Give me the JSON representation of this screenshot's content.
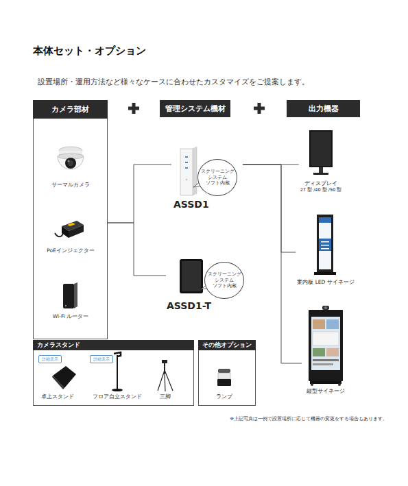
{
  "diagram": {
    "title": "本体セット・オプション",
    "nodes": [
      {
        "text": [
          "カメラ部材"
        ]
      },
      {
        "text": [
          "管理システム機材"
        ]
      },
      {
        "text": [
          "出力機器"
        ]
      },
      {
        "text": [
          "ASSD1"
        ]
      },
      {
        "text": [
          "スクリーニング システム ソフト内蔵"
        ],
        "in": 3
      },
      {
        "text": [
          "ASSD1-T"
        ]
      },
      {
        "text": [
          "スクリーニング システム ソフト内蔵"
        ],
        "in": 5
      },
      {
        "text": [
          "ディスプレイ",
          "27 型 /40 型 /50 型"
        ]
      },
      {
        "text": [
          "案内板 LED サイネージ"
        ]
      },
      {
        "text": [
          "縦型サイネージ"
        ]
      },
      {
        "text": [
          "カメラスタンド"
        ]
      },
      {
        "text": [
          "詳細表示"
        ],
        "in": 10
      },
      {
        "text": [
          "詳細表示"
        ],
        "in": 10
      },
      {
        "text": [
          "その他オプション"
        ]
      }
    ],
    "edges": [
      {
        "from": 0,
        "to": 3,
        "arrow": "none"
      },
      {
        "from": 0,
        "to": 5,
        "arrow": "none"
      },
      {
        "from": 3,
        "to": 7,
        "arrow": "none"
      },
      {
        "from": 3,
        "to": 8,
        "arrow": "none"
      },
      {
        "from": 3,
        "to": 9,
        "arrow": "none"
      }
    ],
    "labels": [
      "設置場所・運用方法など様々なケースに合わせたカスタマイズをご提案します。",
      "サーマルカメラ",
      "PoEインジェクター",
      "Wi-Fi ルーター",
      "卓上スタンド",
      "フロア自立スタンド",
      "三脚",
      "ランプ",
      "※上記写真は一例で設置場所に応じて機器の変更をする場合もあります。"
    ]
  }
}
